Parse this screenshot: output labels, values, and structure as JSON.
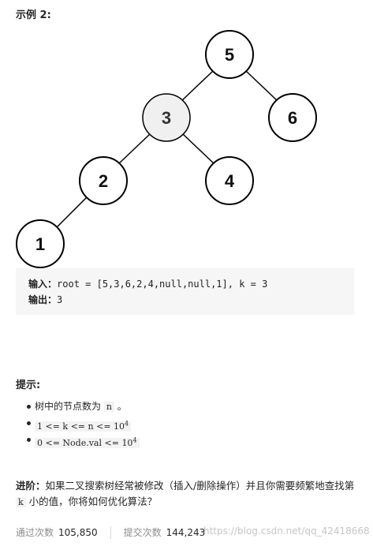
{
  "example": {
    "title": "示例 2:"
  },
  "tree": {
    "nodes": [
      {
        "id": "n5",
        "label": "5",
        "highlighted": false
      },
      {
        "id": "n3",
        "label": "3",
        "highlighted": true
      },
      {
        "id": "n6",
        "label": "6",
        "highlighted": false
      },
      {
        "id": "n2",
        "label": "2",
        "highlighted": false
      },
      {
        "id": "n4",
        "label": "4",
        "highlighted": false
      },
      {
        "id": "n1",
        "label": "1",
        "highlighted": false
      }
    ],
    "colors": {
      "node_fill": "#ffffff",
      "highlight_fill": "#f0f0f0",
      "stroke": "#000000"
    }
  },
  "io": {
    "input_label": "输入：",
    "input_value": "root = [5,3,6,2,4,null,null,1], k = 3",
    "output_label": "输出：",
    "output_value": "3"
  },
  "hints": {
    "title": "提示:",
    "item1_text": "树中的节点数为 ",
    "item1_code": "n",
    "item1_suffix": " 。",
    "item2_code": "1 <= k <= n <= 10",
    "item2_sup": "4",
    "item3_code": "0 <= Node.val <= 10",
    "item3_sup": "4"
  },
  "advanced": {
    "label": "进阶：",
    "text_before": "如果二叉搜索树经常被修改（插入/删除操作）并且你需要频繁地查找第 ",
    "code": "k",
    "text_after": " 小的值，你将如何优化算法？"
  },
  "stats": {
    "accepted_label": "通过次数",
    "accepted_value": "105,850",
    "submitted_label": "提交次数",
    "submitted_value": "144,243"
  },
  "watermark": {
    "text": "https://blog.csdn.net/qq_42418668"
  }
}
